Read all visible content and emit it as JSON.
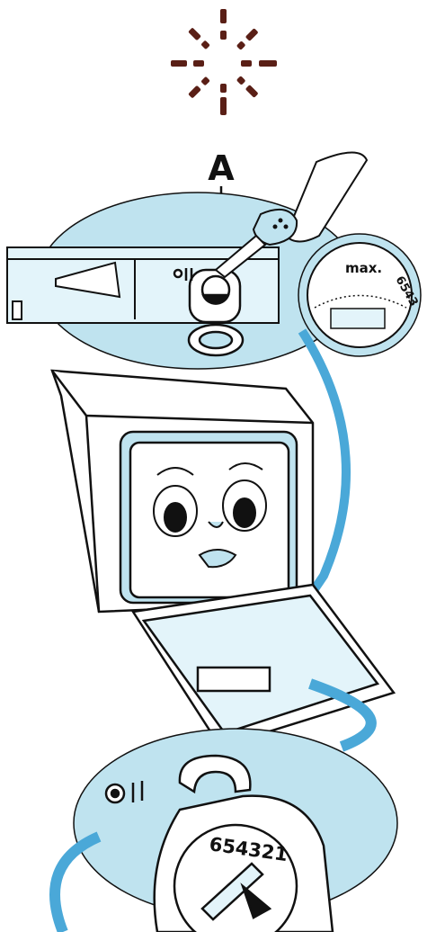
{
  "indicator": {
    "icon": "sun-indicator-icon",
    "color": "#5a1f16"
  },
  "callout": {
    "letter": "A"
  },
  "dispenser_zoom": {
    "max_label": "max.",
    "scale_label": "6543"
  },
  "regulator_zoom": {
    "scale_label": "654321"
  },
  "colors": {
    "accent": "#bfe3ef",
    "accent_dark": "#4aa8d8",
    "ink": "#111111"
  }
}
